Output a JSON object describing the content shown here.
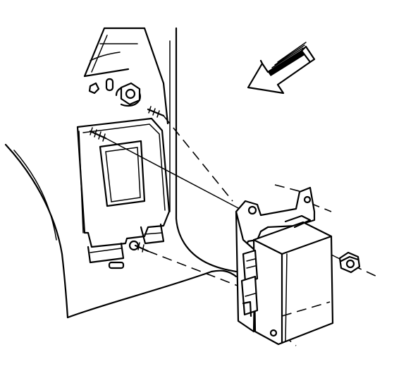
{
  "diagram": {
    "style": "black line art on white",
    "components": [
      {
        "name": "trim-panel",
        "icon": "body-panel"
      },
      {
        "name": "mounting-bracket",
        "icon": "bracket"
      },
      {
        "name": "control-module",
        "icon": "module-box"
      },
      {
        "name": "retaining-nut",
        "icon": "nut-icon"
      },
      {
        "name": "mounting-stud-upper",
        "icon": "stud-icon"
      },
      {
        "name": "mounting-stud-lower",
        "icon": "stud-icon"
      },
      {
        "name": "direction-arrow",
        "icon": "arrow-icon"
      }
    ],
    "colors": {
      "ink": "#000000",
      "background": "#ffffff"
    }
  }
}
